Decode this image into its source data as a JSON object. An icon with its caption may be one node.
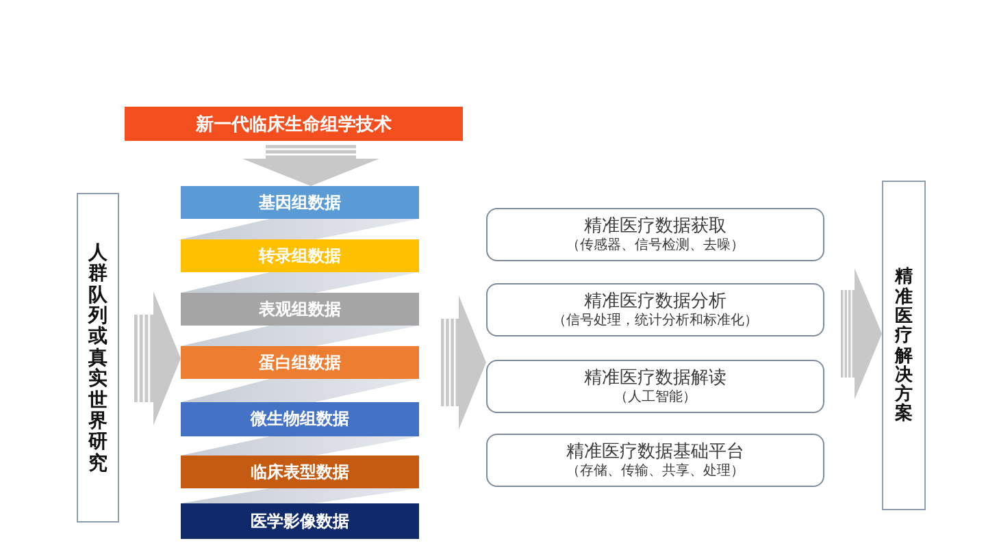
{
  "diagram": {
    "nodes": [
      {
        "text": [
          "新一代临床生命组学技术"
        ]
      },
      {
        "text": [
          "人群队列或真实世界研究"
        ]
      },
      {
        "text": [
          "基因组数据"
        ]
      },
      {
        "text": [
          "转录组数据"
        ]
      },
      {
        "text": [
          "表观组数据"
        ]
      },
      {
        "text": [
          "蛋白组数据"
        ]
      },
      {
        "text": [
          "微生物组数据"
        ]
      },
      {
        "text": [
          "临床表型数据"
        ]
      },
      {
        "text": [
          "医学影像数据"
        ]
      },
      {
        "text": [
          "精准医疗数据获取",
          "（传感器、信号检测、去噪）"
        ]
      },
      {
        "text": [
          "精准医疗数据分析",
          "（信号处理，统计分析和标准化）"
        ]
      },
      {
        "text": [
          "精准医疗数据解读",
          "（人工智能）"
        ]
      },
      {
        "text": [
          "精准医疗数据基础平台",
          "（存储、传输、共享、处理）"
        ]
      },
      {
        "text": [
          "精准医疗解决方案"
        ]
      }
    ],
    "edges": [
      {
        "from": 0,
        "to": 2,
        "arrow": "to"
      },
      {
        "from": 1,
        "to": 5,
        "arrow": "to"
      },
      {
        "from": 5,
        "to": 11,
        "arrow": "to"
      },
      {
        "from": 10,
        "to": 13,
        "arrow": "to"
      }
    ]
  }
}
